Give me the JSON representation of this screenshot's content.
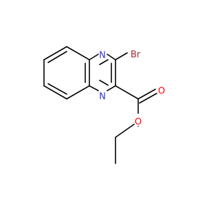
{
  "molecule": {
    "atoms": [
      {
        "id": "n_top",
        "label": "N",
        "color": "#3333cc"
      },
      {
        "id": "n_bottom",
        "label": "N",
        "color": "#3333cc"
      },
      {
        "id": "br",
        "label": "Br",
        "color": "#a52a2a"
      },
      {
        "id": "o_carbonyl",
        "label": "O",
        "color": "#ff0000"
      },
      {
        "id": "o_ester",
        "label": "O",
        "color": "#ff0000"
      }
    ],
    "bond_color": "#000000"
  }
}
